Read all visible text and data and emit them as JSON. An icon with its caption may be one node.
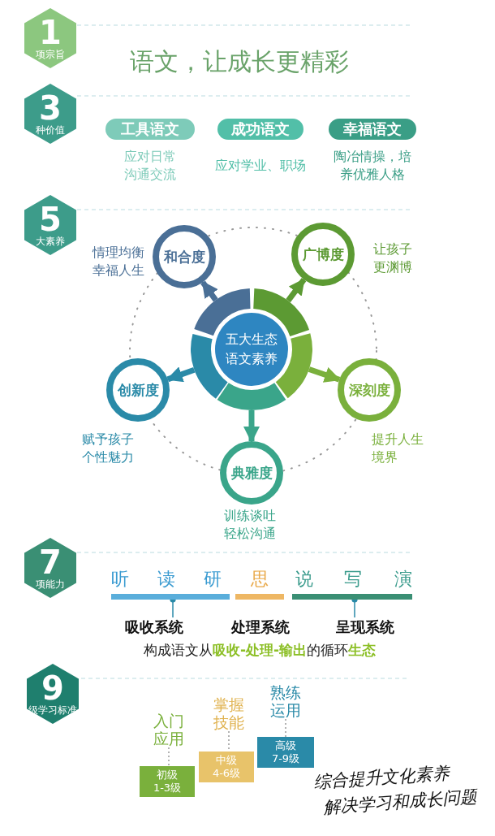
{
  "diagram": {
    "nodes": [
      {
        "text": [
          "1",
          "项宗旨"
        ]
      },
      {
        "text": [
          "3",
          "种价值"
        ]
      },
      {
        "text": [
          "工具语文"
        ],
        "beside": [
          "应对日常沟通交流"
        ]
      },
      {
        "text": [
          "成功语文"
        ],
        "beside": [
          "应对学业、职场"
        ]
      },
      {
        "text": [
          "幸福语文"
        ],
        "beside": [
          "陶冶情操，培养优雅人格"
        ]
      },
      {
        "text": [
          "5",
          "大素养"
        ]
      },
      {
        "text": [
          "五大生态语文素养"
        ]
      },
      {
        "text": [
          "和合度"
        ],
        "beside": [
          "情理均衡幸福人生"
        ]
      },
      {
        "text": [
          "广博度"
        ],
        "beside": [
          "让孩子更渊博"
        ]
      },
      {
        "text": [
          "创新度"
        ],
        "beside": [
          "赋予孩子个性魅力"
        ]
      },
      {
        "text": [
          "深刻度"
        ],
        "beside": [
          "提升人生境界"
        ]
      },
      {
        "text": [
          "典雅度"
        ],
        "beside": [
          "训练谈吐轻松沟通"
        ]
      },
      {
        "text": [
          "7",
          "项能力"
        ]
      },
      {
        "text": [],
        "shape": "bar"
      },
      {
        "text": [],
        "shape": "bar"
      },
      {
        "text": [],
        "shape": "bar"
      },
      {
        "text": [
          "吸收系统"
        ]
      },
      {
        "text": [
          "呈现系统"
        ]
      },
      {
        "text": [
          "9",
          "级学习标准"
        ]
      },
      {
        "text": [
          "初级",
          "1-3级"
        ]
      },
      {
        "text": [
          "中级",
          "4-6级"
        ]
      },
      {
        "text": [
          "高级",
          "7-9级"
        ]
      },
      {
        "text": [
          "入门应用"
        ]
      },
      {
        "text": [
          "掌握技能"
        ]
      },
      {
        "text": [
          "熟练运用"
        ]
      }
    ],
    "edges": [
      {
        "from": 6,
        "to": 7,
        "arrow": "to",
        "style": "thick",
        "color": "#4a6f96"
      },
      {
        "from": 6,
        "to": 8,
        "arrow": "to",
        "style": "thick",
        "color": "#5c9a33"
      },
      {
        "from": 6,
        "to": 10,
        "arrow": "to",
        "style": "thick",
        "color": "#7ab03c"
      },
      {
        "from": 6,
        "to": 11,
        "arrow": "to",
        "style": "thick",
        "color": "#3aa58a"
      },
      {
        "from": 6,
        "to": 9,
        "arrow": "to",
        "style": "thick",
        "color": "#2a8aa8"
      },
      {
        "from": 16,
        "to": 13,
        "arrow": "other",
        "color": "#2a8aa8"
      },
      {
        "from": 17,
        "to": 15,
        "arrow": "other",
        "color": "#2a8aa8"
      },
      {
        "from": 22,
        "to": 19,
        "arrow": "none",
        "style": "dashed",
        "color": "#999999"
      },
      {
        "from": 23,
        "to": 20,
        "arrow": "none",
        "style": "dashed",
        "color": "#999999"
      },
      {
        "from": 24,
        "to": 21,
        "arrow": "none",
        "style": "dashed",
        "color": "#999999"
      }
    ],
    "labels": [
      "语文，让成长更精彩",
      "听",
      "读",
      "研",
      "思",
      "说",
      "写",
      "演",
      "处理系统",
      "构成语文从**吸收-处理-输出**的循环**生态**",
      "综合提升文化素养",
      "解决学习和成长问题"
    ]
  }
}
